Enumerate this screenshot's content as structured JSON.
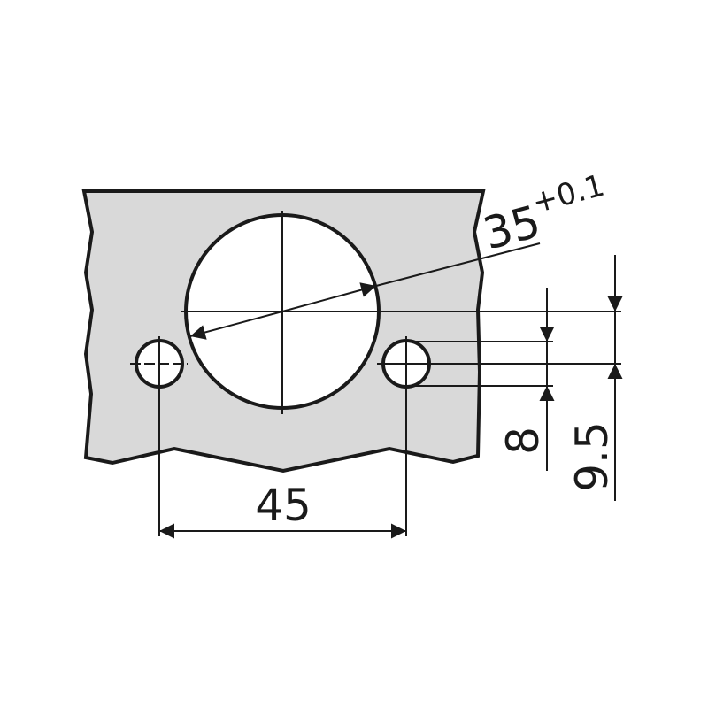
{
  "colors": {
    "plate": "#d9d9d9",
    "line": "#1a1a1a",
    "background": "#ffffff"
  },
  "dimensions": {
    "bore_diameter": {
      "value": "35",
      "tolerance": "+0.1"
    },
    "hole_spacing": {
      "value": "45"
    },
    "hole_offset": {
      "value": "8"
    },
    "center_offset": {
      "value": "9.5"
    }
  }
}
